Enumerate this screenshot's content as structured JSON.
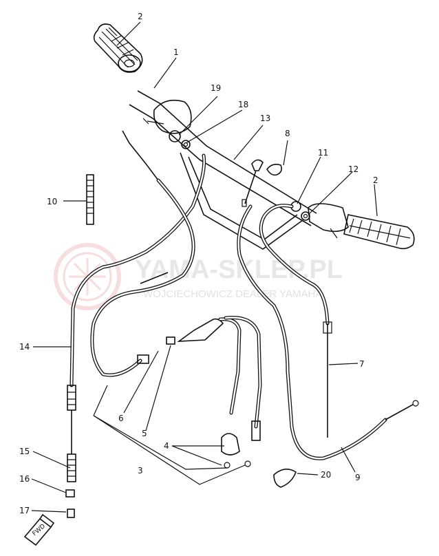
{
  "watermark": {
    "title": "YAMA-SKLEP.PL",
    "subtitle": "WOJCIECHOWICZ DEALER YAMAHA"
  },
  "callouts": {
    "c1": "1",
    "c2a": "2",
    "c2b": "2",
    "c3": "3",
    "c4": "4",
    "c5": "5",
    "c6": "6",
    "c7": "7",
    "c8": "8",
    "c9": "9",
    "c10": "10",
    "c11": "11",
    "c12": "12",
    "c13": "13",
    "c14": "14",
    "c15": "15",
    "c16": "16",
    "c17": "17",
    "c18": "18",
    "c19": "19",
    "c20": "20"
  },
  "fwd_label": "FWD",
  "colors": {
    "line": "#111111",
    "watermark": "#e6e6e6",
    "logo": "#f3c9c9"
  }
}
